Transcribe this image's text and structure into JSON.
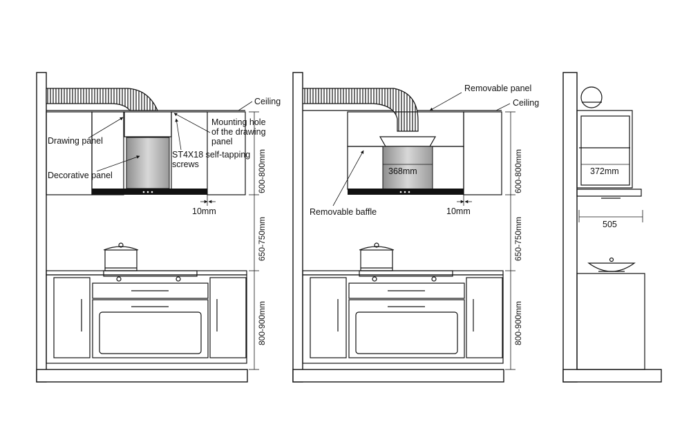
{
  "left": {
    "ceiling": "Ceiling",
    "mounting_hole": [
      "Mounting hole",
      "of the drawing",
      "panel"
    ],
    "drawing_panel": "Drawing panel",
    "screws": [
      "ST4X18 self-tapping",
      "screws"
    ],
    "decorative_panel": "Decorative panel",
    "gap": "10mm",
    "dim_cabinet": "600-800mm",
    "dim_clearance": "650-750mm",
    "dim_counter": "800-900mm"
  },
  "middle": {
    "removable_panel": "Removable panel",
    "ceiling": "Ceiling",
    "width": "368mm",
    "removable_baffle": "Removable baffle",
    "gap": "10mm",
    "dim_cabinet": "600-800mm",
    "dim_clearance": "650-750mm",
    "dim_counter": "800-900mm"
  },
  "right": {
    "width": "372mm",
    "depth": "505"
  },
  "colors": {
    "line": "#111111",
    "panel_fill": "#b8b8b8"
  }
}
